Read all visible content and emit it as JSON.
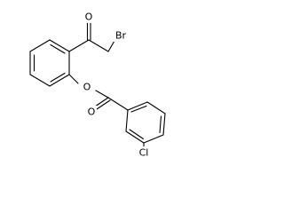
{
  "structure": {
    "atoms": {
      "carbonyl_oxygen": "O",
      "bromine": "Br",
      "ester_ether_oxygen": "O",
      "ester_carbonyl_oxygen": "O",
      "chlorine": "Cl"
    }
  }
}
